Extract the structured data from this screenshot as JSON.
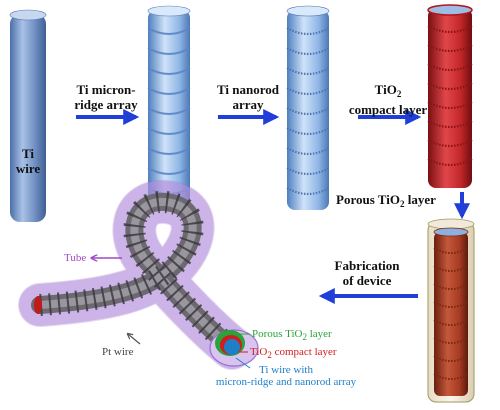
{
  "labels": {
    "ti_wire": [
      "Ti",
      "wire"
    ],
    "step1": [
      "Ti micron-",
      "ridge array"
    ],
    "step2": [
      "Ti nanorod",
      "array"
    ],
    "step3_prefix": "TiO",
    "step3_sub": "2",
    "step3_line2": "compact layer",
    "step4_prefix": "Porous TiO",
    "step4_sub": "2",
    "step4_suffix": " layer",
    "step5": [
      "Fabrication",
      "of device"
    ],
    "tube": "Tube",
    "pt_wire": "Pt wire",
    "porous_prefix": "Porous TiO",
    "porous_sub": "2",
    "porous_suffix": " layer",
    "compact_prefix": "TiO",
    "compact_sub": "2",
    "compact_suffix": " compact layer",
    "tiwire_line1": "Ti wire with",
    "tiwire_line2": "micron-ridge and nanorod array"
  },
  "colors": {
    "arrow": "#1f3fd8",
    "ti_wire": "#6f8fc2",
    "ridge_blue": "#8fb6e6",
    "tio2_red": "#c0262a",
    "tube_purple": "#b98fe0",
    "porous_green": "#2aa33a",
    "compact_red": "#d01e1e",
    "label_blue": "#1e7fc8",
    "tube_label": "#a148c8"
  }
}
